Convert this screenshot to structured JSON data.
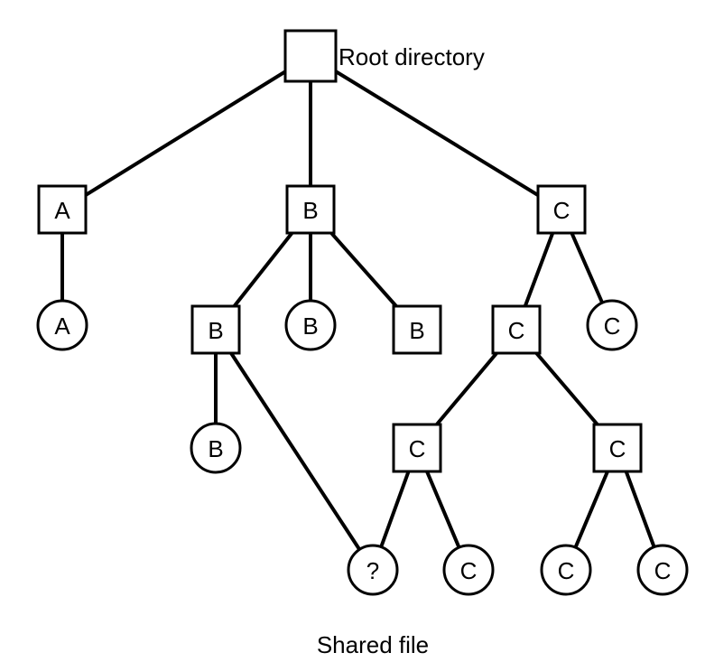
{
  "captions": {
    "root": "Root directory",
    "shared": "Shared file"
  },
  "nodes": [
    {
      "id": "root",
      "kind": "directory",
      "label": ""
    },
    {
      "id": "dirA",
      "kind": "directory",
      "label": "A"
    },
    {
      "id": "dirB",
      "kind": "directory",
      "label": "B"
    },
    {
      "id": "dirC",
      "kind": "directory",
      "label": "C"
    },
    {
      "id": "fileA",
      "kind": "file",
      "label": "A"
    },
    {
      "id": "dirB2",
      "kind": "directory",
      "label": "B"
    },
    {
      "id": "fileB1",
      "kind": "file",
      "label": "B"
    },
    {
      "id": "dirB3",
      "kind": "directory",
      "label": "B"
    },
    {
      "id": "dirC2",
      "kind": "directory",
      "label": "C"
    },
    {
      "id": "fileC1",
      "kind": "file",
      "label": "C"
    },
    {
      "id": "fileB2",
      "kind": "file",
      "label": "B"
    },
    {
      "id": "dirC3",
      "kind": "directory",
      "label": "C"
    },
    {
      "id": "dirC4",
      "kind": "directory",
      "label": "C"
    },
    {
      "id": "shared",
      "kind": "file",
      "label": "?"
    },
    {
      "id": "fileC2",
      "kind": "file",
      "label": "C"
    },
    {
      "id": "fileC3",
      "kind": "file",
      "label": "C"
    },
    {
      "id": "fileC4",
      "kind": "file",
      "label": "C"
    }
  ],
  "edges": [
    [
      "root",
      "dirA"
    ],
    [
      "root",
      "dirB"
    ],
    [
      "root",
      "dirC"
    ],
    [
      "dirA",
      "fileA"
    ],
    [
      "dirB",
      "dirB2"
    ],
    [
      "dirB",
      "fileB1"
    ],
    [
      "dirB",
      "dirB3"
    ],
    [
      "dirC",
      "dirC2"
    ],
    [
      "dirC",
      "fileC1"
    ],
    [
      "dirB2",
      "fileB2"
    ],
    [
      "dirB2",
      "shared"
    ],
    [
      "dirC2",
      "dirC3"
    ],
    [
      "dirC2",
      "dirC4"
    ],
    [
      "dirC3",
      "shared"
    ],
    [
      "dirC3",
      "fileC2"
    ],
    [
      "dirC4",
      "fileC3"
    ],
    [
      "dirC4",
      "fileC4"
    ]
  ]
}
